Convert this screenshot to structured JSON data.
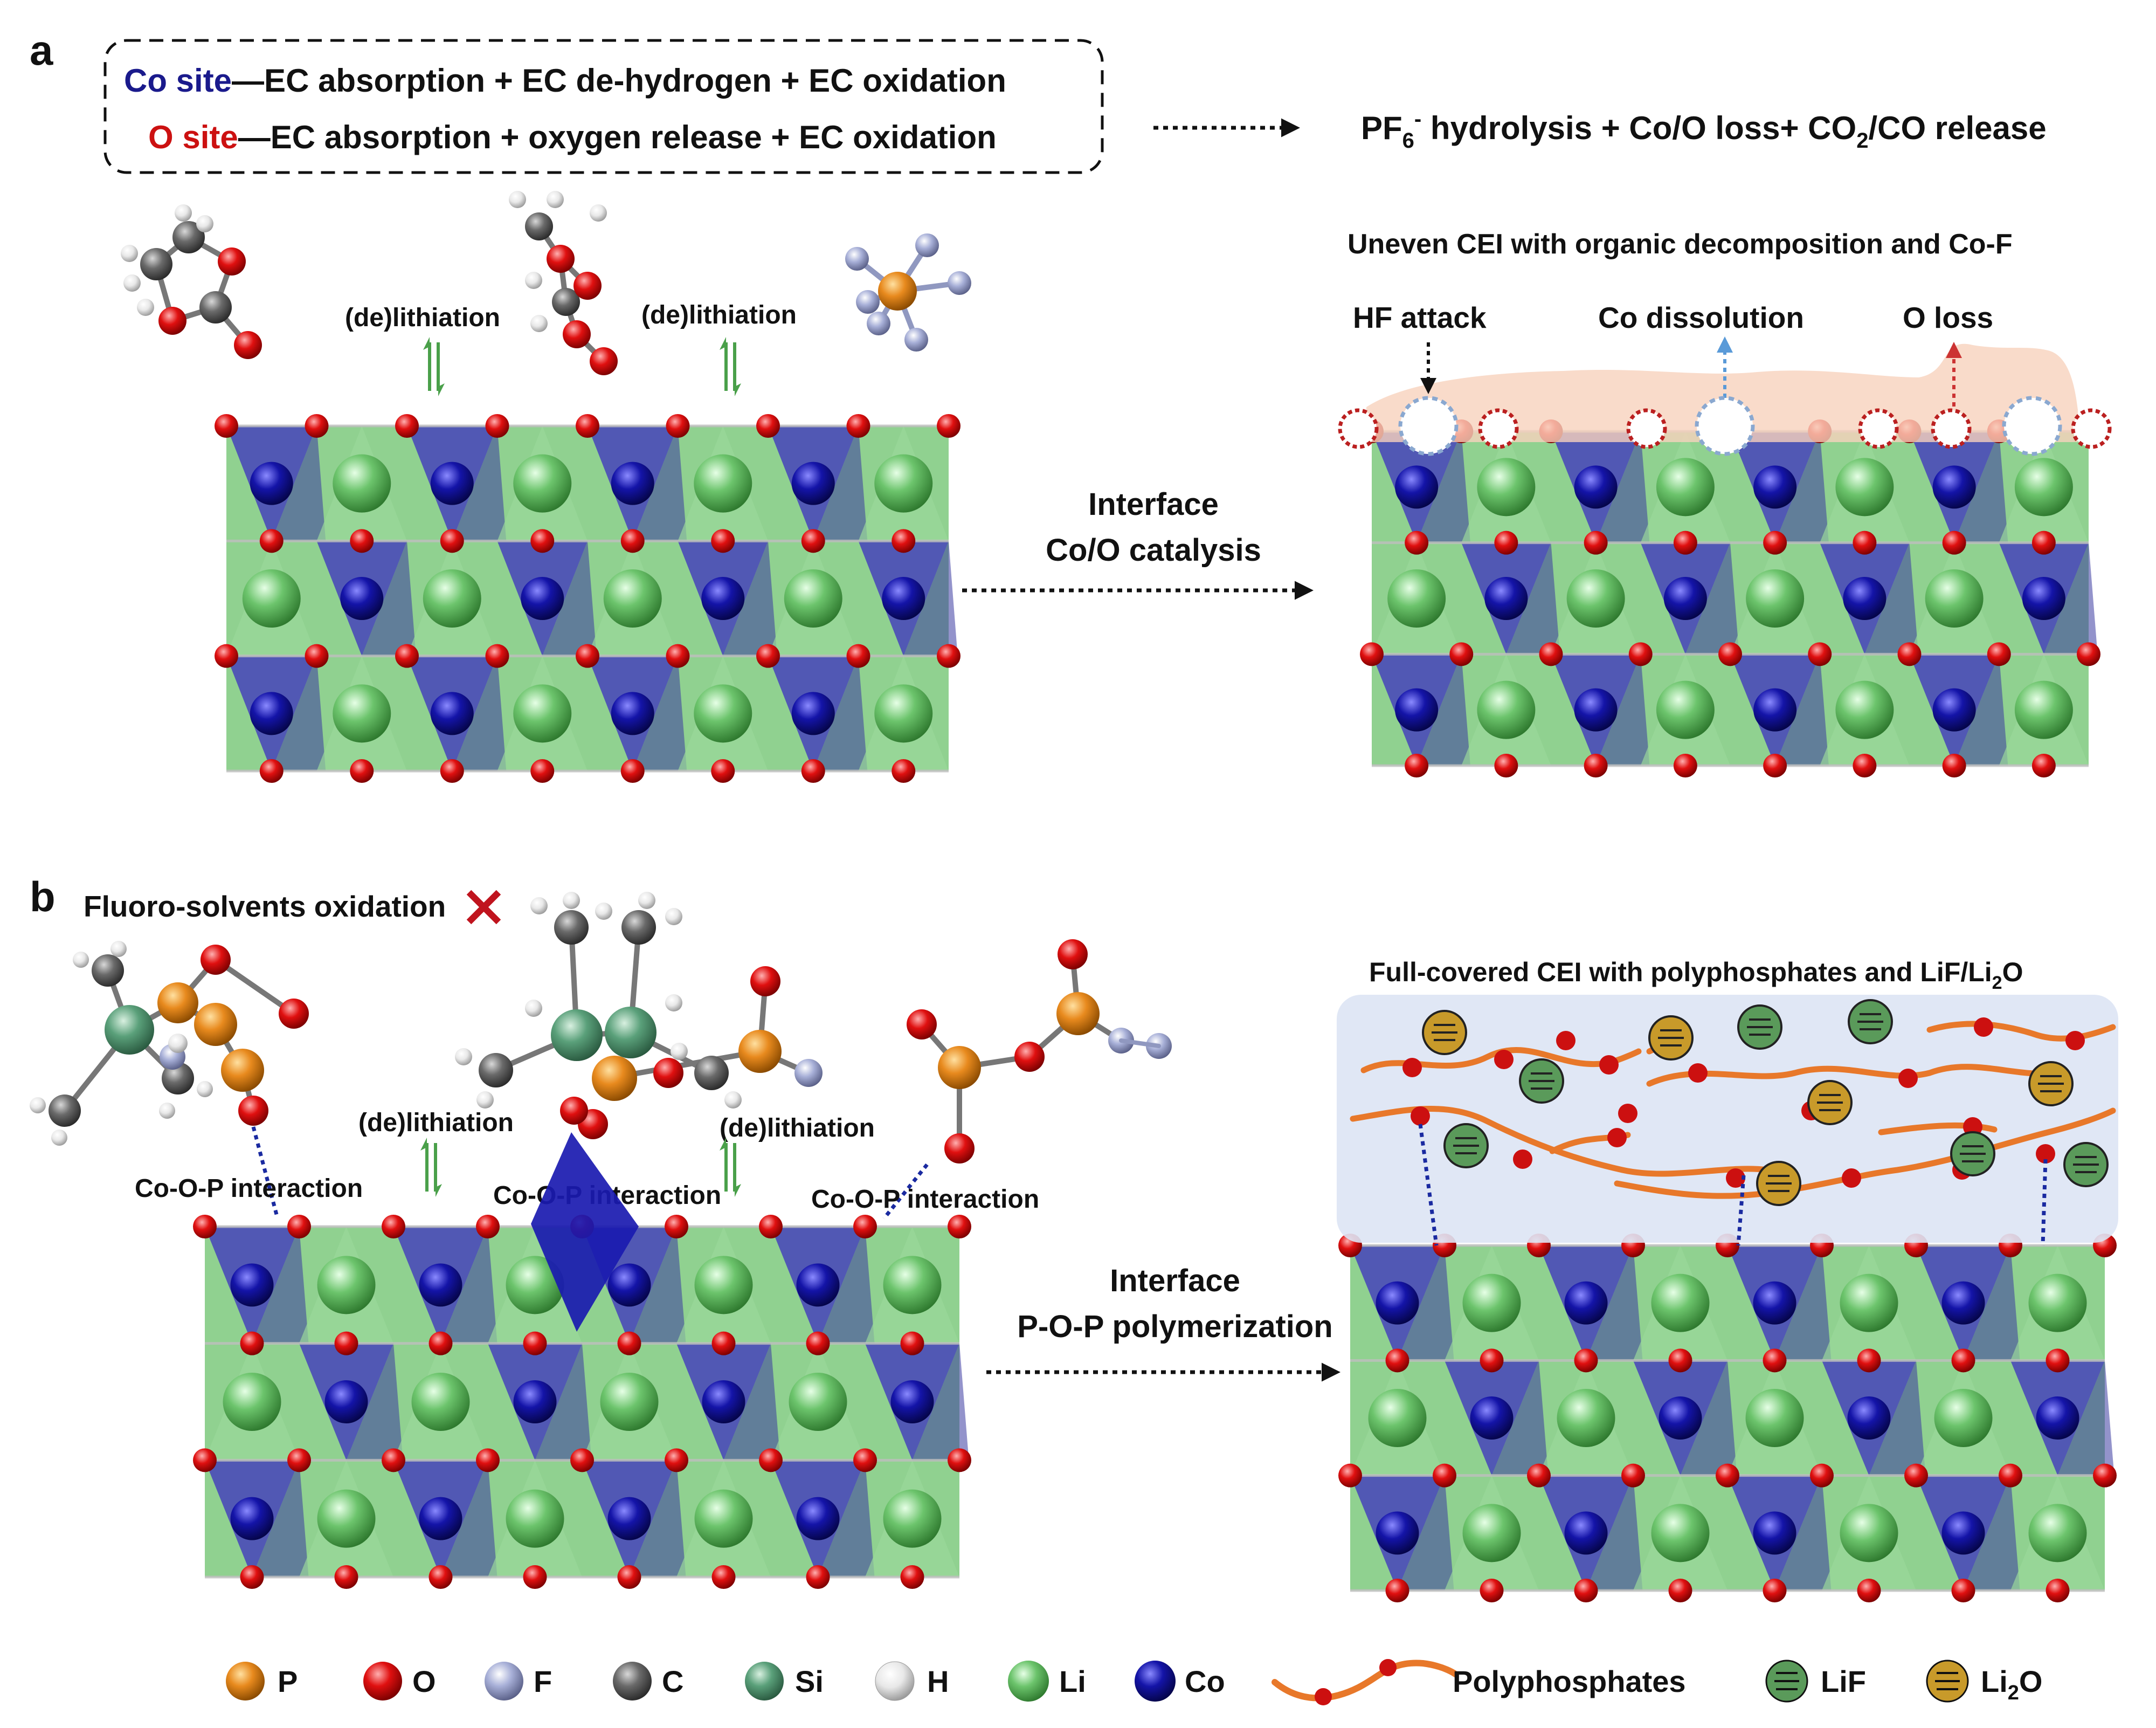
{
  "panel_a": {
    "letter": "a",
    "site_box": {
      "co_site_label": "Co site",
      "co_site_text": "—EC absorption + EC de-hydrogen +  EC oxidation",
      "o_site_label": "O site",
      "o_site_text": "—EC absorption + oxygen release + EC oxidation"
    },
    "result": {
      "pf": "PF",
      "pf_sub": "6",
      "pf_sup": "-",
      "hydrolysis": " hydrolysis + Co/O loss+ CO",
      "co2_sub": "2",
      "release": "/CO release"
    },
    "delithiation_left": "(de)lithiation",
    "delithiation_right": "(de)lithiation",
    "arrow_label_line1": "Interface",
    "arrow_label_line2": "Co/O catalysis",
    "cei_title": "Uneven CEI with organic decomposition and Co-F",
    "hf_attack": "HF attack",
    "co_dissolution": "Co dissolution",
    "o_loss": "O loss"
  },
  "panel_b": {
    "letter": "b",
    "fluoro_oxidation": "Fluoro-solvents oxidation",
    "cop_interaction_1": "Co-O-P interaction",
    "cop_interaction_2": "Co-O-P interaction",
    "cop_interaction_3": "Co-O-P interaction",
    "delithiation_left": "(de)lithiation",
    "delithiation_right": "(de)lithiation",
    "arrow_label_line1": "Interface",
    "arrow_label_line2": "P-O-P polymerization",
    "cei_title_main": "Full-covered CEI with polyphosphates and LiF/Li",
    "cei_title_sub": "2",
    "cei_title_end": "O"
  },
  "legend": {
    "p": "P",
    "o": "O",
    "f": "F",
    "c": "C",
    "si": "Si",
    "h": "H",
    "li": "Li",
    "co": "Co",
    "polyphosphates": "Polyphosphates",
    "lif": "LiF",
    "li2o_main": "Li",
    "li2o_sub": "2",
    "li2o_end": "O"
  },
  "colors": {
    "co_site": "#1a1a8c",
    "o_site": "#cc1111",
    "cei_orange": "#c8601a",
    "cei_blue": "#2e4fa0",
    "lattice_green": "#7cc97c",
    "lattice_blue": "#4a4ab8",
    "polyphosphate": "#e8782a"
  }
}
